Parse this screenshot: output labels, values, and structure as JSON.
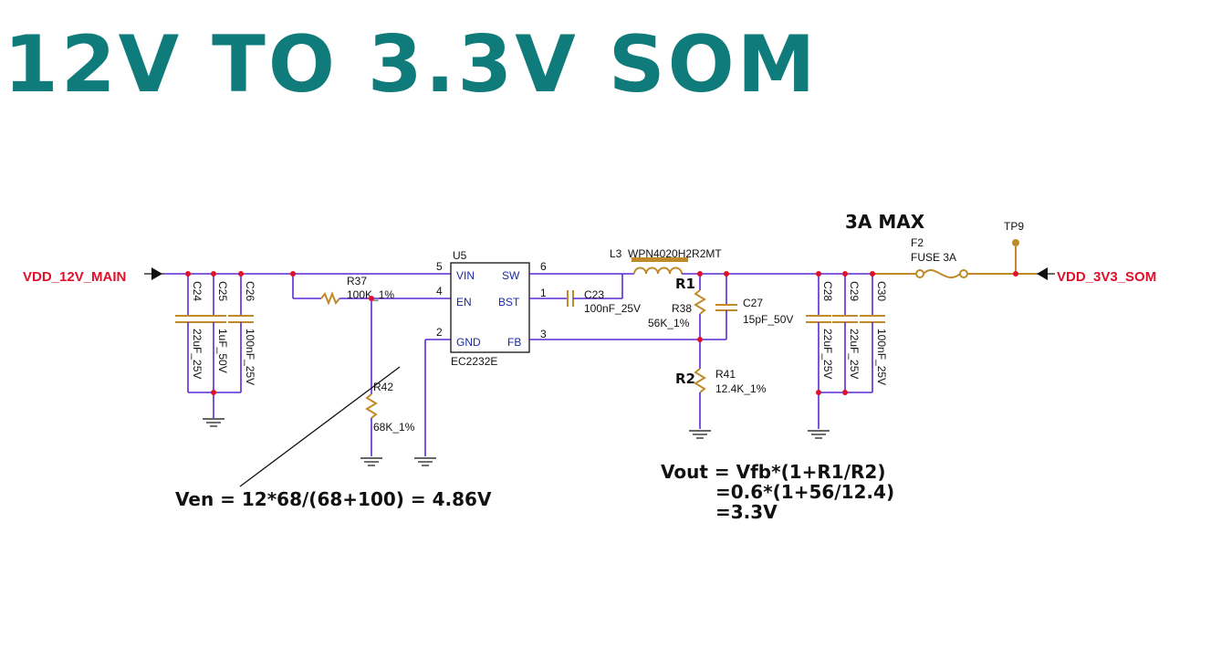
{
  "title": "12V TO 3.3V SOM",
  "nets": {
    "input": "VDD_12V_MAIN",
    "output": "VDD_3V3_SOM"
  },
  "ic": {
    "ref": "U5",
    "part": "EC2232E",
    "pins": {
      "vin_num": "5",
      "vin": "VIN",
      "en_num": "4",
      "en": "EN",
      "gnd_num": "2",
      "gnd": "GND",
      "sw_num": "6",
      "sw": "SW",
      "bst_num": "1",
      "bst": "BST",
      "fb_num": "3",
      "fb": "FB"
    }
  },
  "caps_in": [
    {
      "ref": "C24",
      "value": "22uF_25V"
    },
    {
      "ref": "C25",
      "value": "1uF_50V"
    },
    {
      "ref": "C26",
      "value": "100nF_25V"
    }
  ],
  "caps_out": [
    {
      "ref": "C28",
      "value": "22uF_25V"
    },
    {
      "ref": "C29",
      "value": "22uF_25V"
    },
    {
      "ref": "C30",
      "value": "100nF_25V"
    }
  ],
  "r37": {
    "ref": "R37",
    "value": "100K_1%"
  },
  "r42": {
    "ref": "R42",
    "value": "68K_1%"
  },
  "c23": {
    "ref": "C23",
    "value": "100nF_25V"
  },
  "l3": {
    "ref": "L3",
    "value": "WPN4020H2R2MT"
  },
  "r38": {
    "ref": "R38",
    "value": "56K_1%",
    "alias": "R1"
  },
  "r41": {
    "ref": "R41",
    "value": "12.4K_1%",
    "alias": "R2"
  },
  "c27": {
    "ref": "C27",
    "value": "15pF_50V"
  },
  "fuse": {
    "ref": "F2",
    "value": "FUSE 3A",
    "note": "3A MAX"
  },
  "tp": {
    "ref": "TP9"
  },
  "equations": {
    "ven": "Ven = 12*68/(68+100) = 4.86V",
    "vout_1": "Vout = Vfb*(1+R1/R2)",
    "vout_2": "=0.6*(1+56/12.4)",
    "vout_3": "=3.3V"
  },
  "colors": {
    "title": "#0f7b7b",
    "wire": "#5a2ad6",
    "component": "#c08a2a",
    "net": "#e0102a",
    "junction": "#e0102a"
  }
}
